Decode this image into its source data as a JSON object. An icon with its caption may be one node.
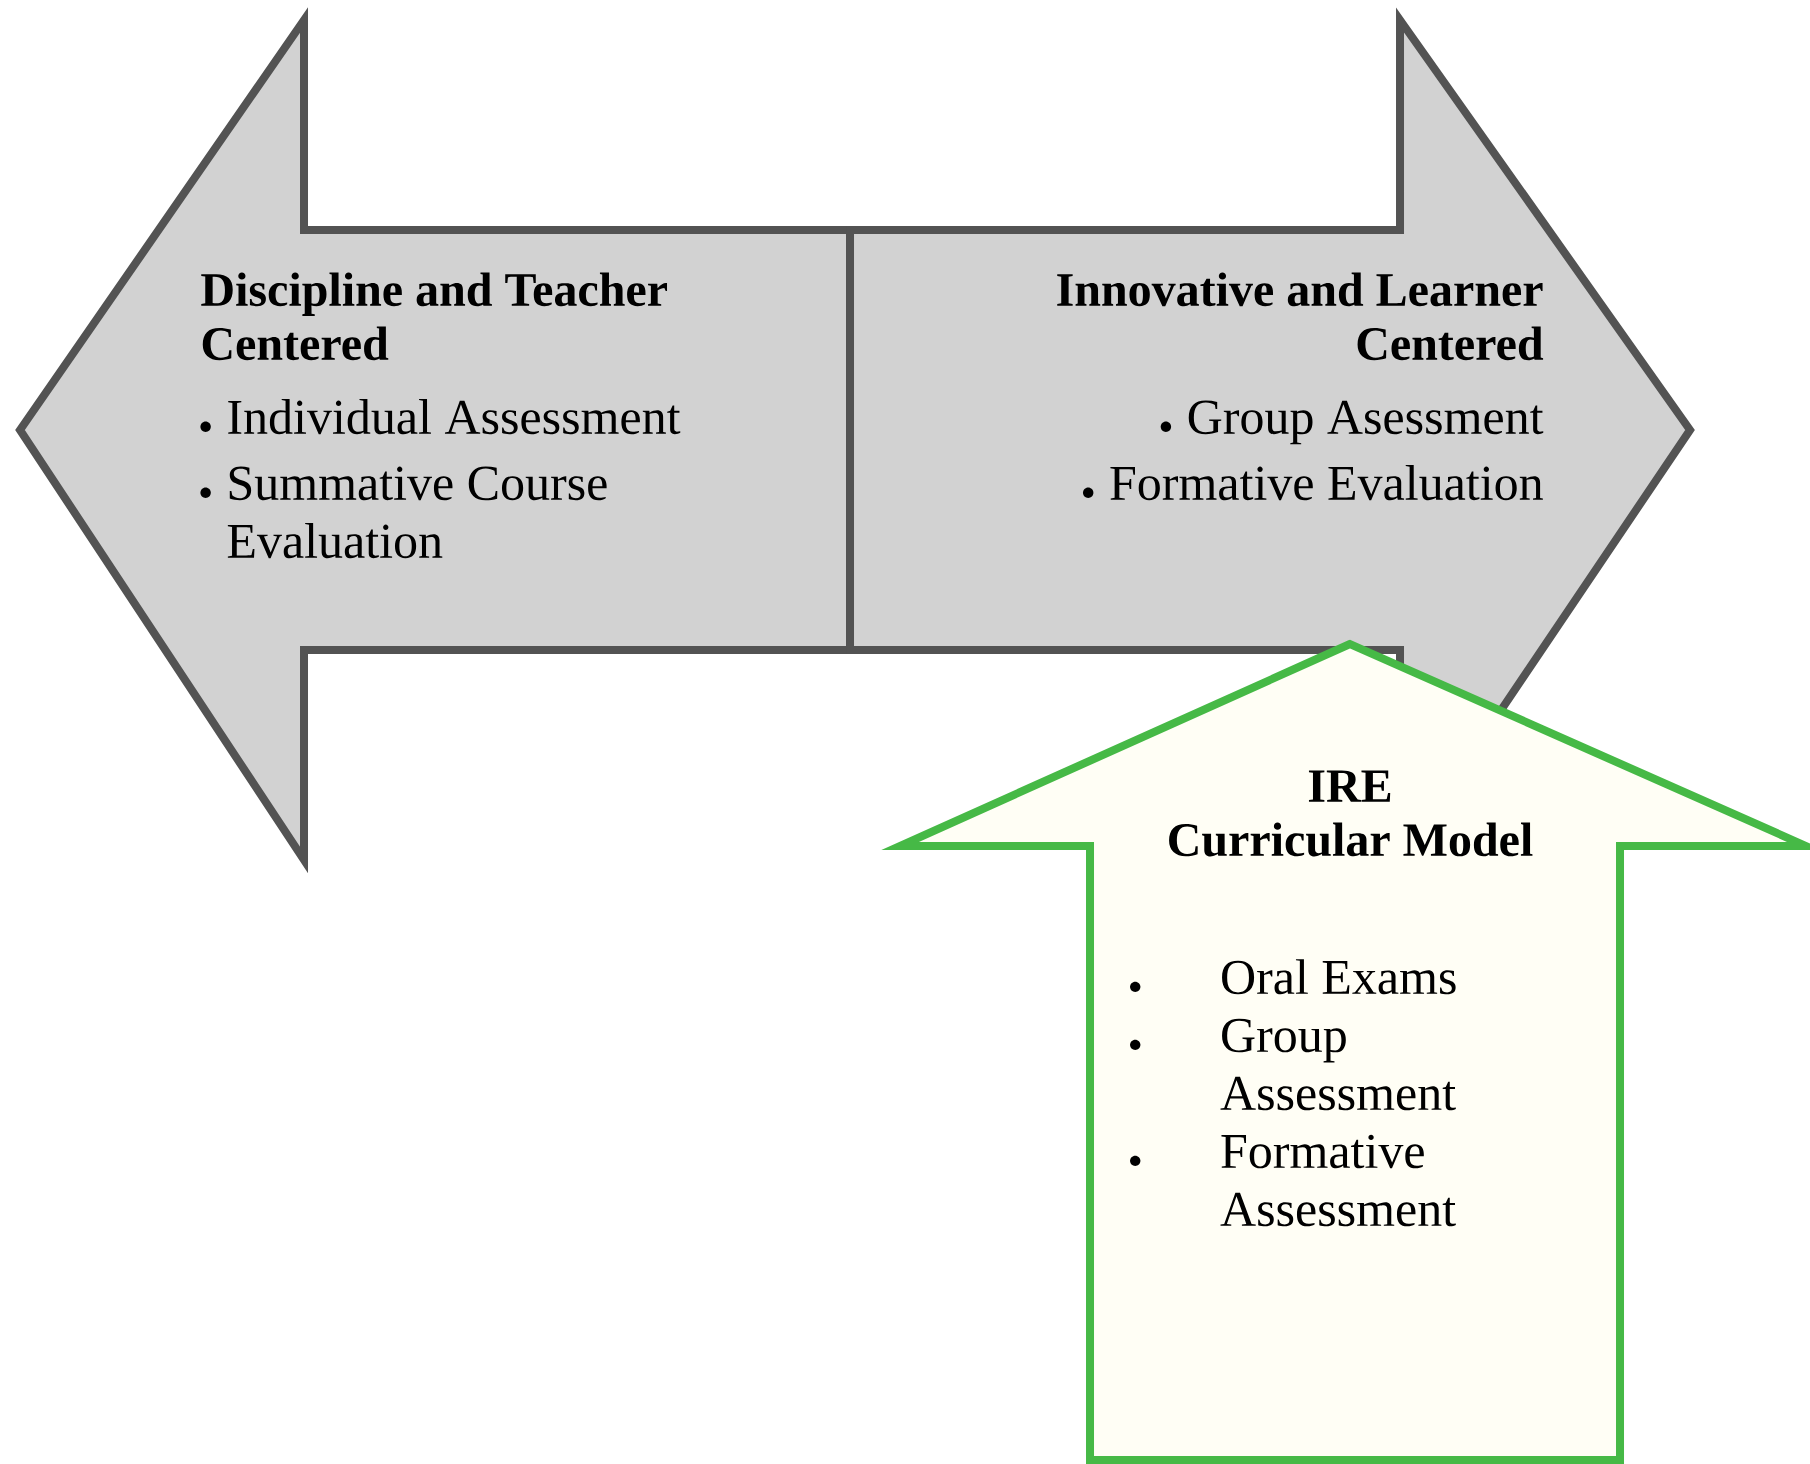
{
  "diagram": {
    "nodes": [
      {
        "text": [
          "Discipline and Teacher Centered",
          "Individual Assessment",
          "Summative Course Evaluation"
        ]
      },
      {
        "text": [
          "Innovative and Learner Centered",
          "Group Asessment",
          "Formative Evaluation"
        ]
      },
      {
        "text": [
          "IRE",
          "Curricular Model",
          "Oral Exams",
          "Group Assessment",
          "Formative Assessment"
        ]
      }
    ]
  }
}
